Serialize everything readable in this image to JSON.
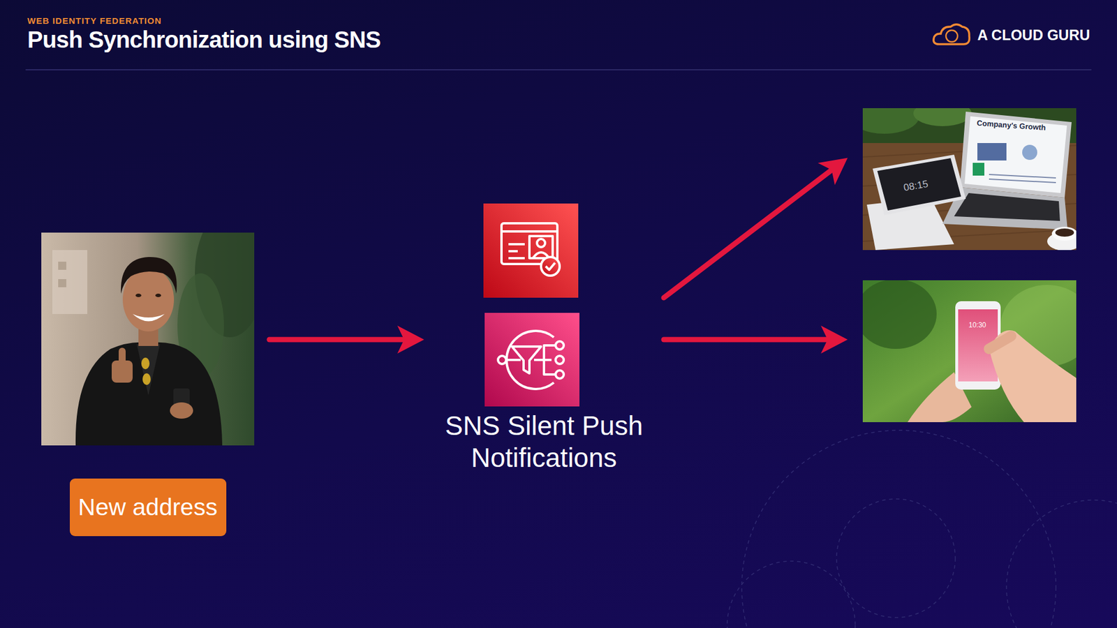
{
  "diagram": {
    "title": "Push Synchronization using SNS",
    "nodes": [
      {
        "text": [
          "New address"
        ]
      },
      {
        "text": [
          "SNS Silent Push Notifications"
        ]
      },
      {
        "text": [
          "Company's Growth",
          "08:15"
        ]
      },
      {
        "text": [
          "10:30"
        ]
      }
    ],
    "edges": [
      {
        "from": 0,
        "to": 1,
        "arrow": "to"
      },
      {
        "from": 1,
        "to": 2,
        "arrow": "to"
      },
      {
        "from": 1,
        "to": 3,
        "arrow": "to"
      }
    ],
    "labels": [
      "WEB IDENTITY FEDERATION",
      "A CLOUD GURU"
    ]
  }
}
